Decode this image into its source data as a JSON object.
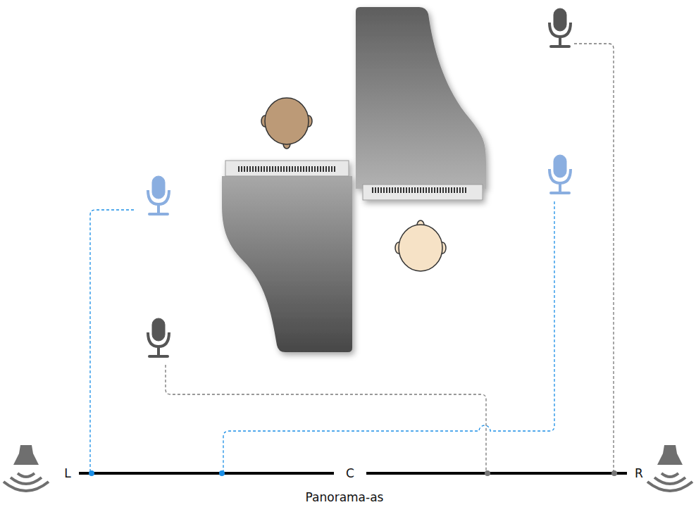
{
  "diagram": {
    "labels": [
      "L",
      "C",
      "R",
      "Panorama-as"
    ]
  }
}
